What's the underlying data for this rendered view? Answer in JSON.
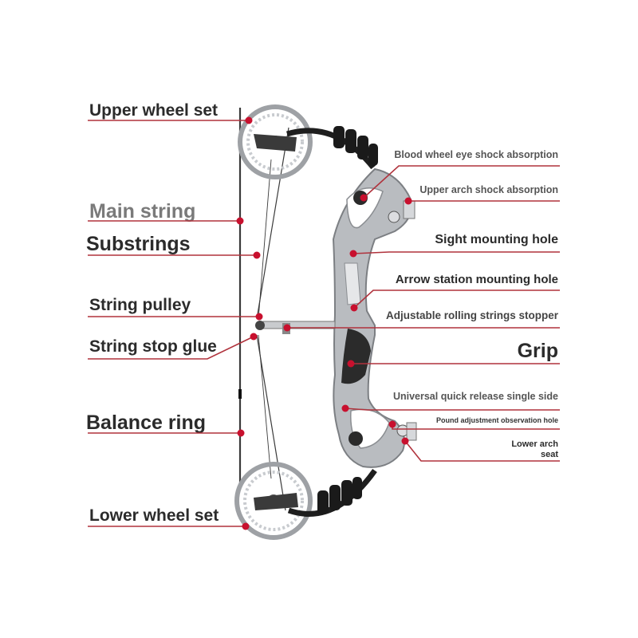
{
  "colors": {
    "accent": "#c8102e",
    "leader": "#b0323c",
    "metal": "#b9bcc0",
    "dark": "#1e1e1e"
  },
  "labels": {
    "upper_wheel_set": "Upper wheel set",
    "main_string": "Main string",
    "substrings": "Substrings",
    "string_pulley": "String pulley",
    "string_stop_glue": "String stop glue",
    "balance_ring": "Balance ring",
    "lower_wheel_set": "Lower wheel set",
    "blood_wheel_eye": "Blood wheel eye shock absorption",
    "upper_arch_shock": "Upper arch shock absorption",
    "sight_mounting_hole": "Sight mounting hole",
    "arrow_station_hole": "Arrow station mounting hole",
    "rolling_strings_stopper": "Adjustable rolling strings stopper",
    "grip": "Grip",
    "universal_quick_release": "Universal quick release single side",
    "pound_adjustment": "Pound adjustment observation hole",
    "lower_arch_seat_line1": "Lower arch",
    "lower_arch_seat_line2": "seat"
  }
}
